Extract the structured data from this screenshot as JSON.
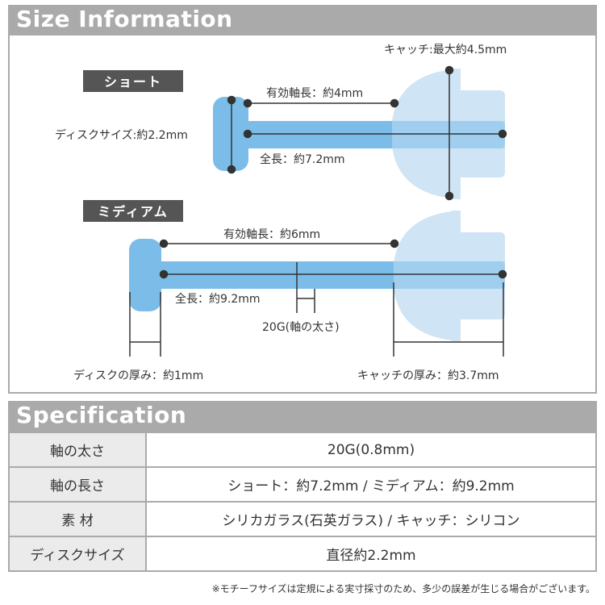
{
  "size_section": {
    "title": "Size Information",
    "short": {
      "badge": "ショート",
      "catch_max": "キャッチ:最大約4.5mm",
      "effective_length": "有効軸長：約4mm",
      "disc_size": "ディスクサイズ:約2.2mm",
      "total_length": "全長：約7.2mm"
    },
    "medium": {
      "badge": "ミディアム",
      "effective_length": "有効軸長：約6mm",
      "total_length": "全長：約9.2mm",
      "gauge": "20G(軸の太さ)",
      "disc_thickness": "ディスクの厚み：約1mm",
      "catch_thickness": "キャッチの厚み：約3.7mm"
    }
  },
  "spec_section": {
    "title": "Specification",
    "rows": [
      {
        "label": "軸の太さ",
        "value": "20G(0.8mm)"
      },
      {
        "label": "軸の長さ",
        "value": "ショート：約7.2mm / ミディアム：約9.2mm"
      },
      {
        "label": "素 材",
        "value": "シリカガラス(石英ガラス) / キャッチ：シリコン"
      },
      {
        "label": "ディスクサイズ",
        "value": "直径約2.2mm"
      }
    ]
  },
  "note": "※モチーフサイズは定規による実寸採寸のため、多少の誤差が生じる場合がございます。",
  "colors": {
    "header_bg": "#aaaaaa",
    "badge_bg": "#555555",
    "bar_blue": "#7bbde8",
    "catch_blue": "#cfe4f4",
    "line": "#333333"
  }
}
